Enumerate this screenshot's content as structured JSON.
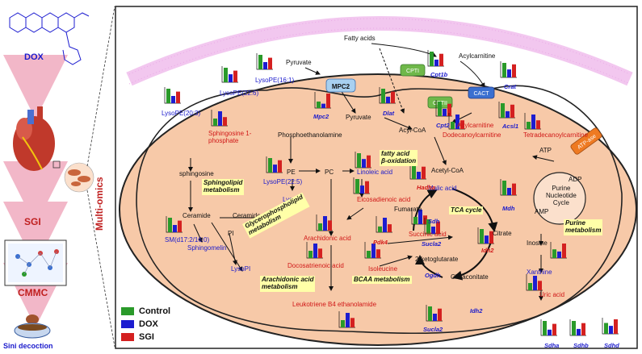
{
  "colors": {
    "control": "#2a9a2a",
    "dox": "#1d1dd0",
    "sgi": "#d42020",
    "cell": "#f7c9a8",
    "membrane": "#f2c7ef"
  },
  "left_panel": {
    "dox": "DOX",
    "sgi": "SGI",
    "cmmc": "CMMC",
    "sini": "Sini decoction",
    "multi_omics": "Multi-omics"
  },
  "legend": {
    "control": "Control",
    "dox": "DOX",
    "sgi": "SGI"
  },
  "transporters": {
    "mpc2": "MPC2",
    "cpt1": "CPTI",
    "cact": "CACT",
    "cpt2": "CPTII",
    "atpase": "ATP-ase"
  },
  "metabolites": {
    "fatty_acids": "Fatty acids",
    "acylcarnitine_top": "Acylcarnitine",
    "pyruvate_out": "Pyruvate",
    "pyruvate_in": "Pyruvate",
    "acyl_coa": "Acyl-CoA",
    "acylcarnitine_in": "Acylcarnitine",
    "dodecanoyl": "Dodecanoylcarnitine",
    "tetradecanoyl": "Tetradecanoylcarnitine",
    "sphingosine1p": "Sphingosine 1-\nphosphate",
    "phosphoethanolamine": "Phosphoethanolamine",
    "sphingosine": "sphingosine",
    "pe": "PE",
    "pc": "PC",
    "linoleic": "Linoleic acid",
    "eicosadienoic": "Eicosadienoic acid",
    "acetyl_coa": "Acetyl-CoA",
    "atp": "ATP",
    "adp": "ADP",
    "amp": "AMP",
    "inosine": "Inosine",
    "xanthine": "Xanthine",
    "uric_acid": "Uric acid",
    "ceramide": "Ceramide",
    "ceramide_pi": "Ceramide-PI",
    "pi": "PI",
    "lysope": "LysoPE",
    "lysopi": "LysoPI",
    "sphingomelin": "Sphingomelin",
    "sm": "SM(d17:2/16:0)",
    "arachidonic": "Arachidonic acid",
    "docosatrienoic": "Docosatrienoic acid",
    "leukotriene": "Leukotriene B4 ethanolamide",
    "malic": "Malic acid",
    "fumarate": "Fumarate",
    "succinic": "Succinic acid",
    "citrate": "Citrate",
    "ketoglutarate": "2-ketoglutarate",
    "cis_aconitate": "Cis-aconitate",
    "isoleucine": "Isoleucine",
    "lysope_226": "LysoPE(22:6)",
    "lysope_161": "LysoPE(16:1)",
    "lysope_203": "LysoPE(20:3)",
    "lysope_225": "LysoPE(22:5)",
    "purine_cycle": "Purine\nNucleotide\nCycle"
  },
  "pathways": {
    "fatty_acid": "fatty acid\nβ-oxidation",
    "sphingolipid": "Sphingolipid\nmetabolism",
    "glycero": "Glycerophospholipid\nmetabolism",
    "arachidonic": "Arachidonic acid\nmetabolism",
    "tca": "TCA cycle",
    "bcaa": "BCAA metabolism",
    "purine": "Purine\nmetabolism"
  },
  "enzymes": {
    "cpt1b": "Cpt1b",
    "crat": "Crat",
    "mpc2": "Mpc2",
    "dlat": "Dlat",
    "cpt2": "Cpt2",
    "acsl1": "Acsl1",
    "hadha": "Hadha",
    "sdh": "Sdh",
    "mdh": "Mdh",
    "pdk4": "Pdk4",
    "sucla2": "Sucla2",
    "idh2": "Idh2",
    "ogdh": "Ogdh",
    "sdha": "Sdha",
    "sdhb": "Sdhb",
    "sdhd": "Sdhd"
  },
  "chart_data": [
    {
      "type": "bar",
      "categories": [
        "Control",
        "DOX",
        "SGI"
      ],
      "label": "Cpt1b",
      "values": [
        1.0,
        0.45,
        0.85
      ]
    },
    {
      "type": "bar",
      "categories": [
        "Control",
        "DOX",
        "SGI"
      ],
      "label": "Crat",
      "values": [
        1.0,
        0.55,
        0.9
      ]
    },
    {
      "type": "bar",
      "categories": [
        "Control",
        "DOX",
        "SGI"
      ],
      "label": "LysoPE(22:6)",
      "values": [
        1.0,
        0.55,
        0.8
      ]
    },
    {
      "type": "bar",
      "categories": [
        "Control",
        "DOX",
        "SGI"
      ],
      "label": "LysoPE(16:1)",
      "values": [
        1.0,
        0.5,
        0.8
      ]
    },
    {
      "type": "bar",
      "categories": [
        "Control",
        "DOX",
        "SGI"
      ],
      "label": "LysoPE(20:3)",
      "values": [
        1.0,
        0.5,
        0.8
      ]
    },
    {
      "type": "bar",
      "categories": [
        "Control",
        "DOX",
        "SGI"
      ],
      "label": "Mpc2",
      "values": [
        0.45,
        0.3,
        1.0
      ]
    },
    {
      "type": "bar",
      "categories": [
        "Control",
        "DOX",
        "SGI"
      ],
      "label": "Dlat",
      "values": [
        1.0,
        0.45,
        0.8
      ]
    },
    {
      "type": "bar",
      "categories": [
        "Control",
        "DOX",
        "SGI"
      ],
      "label": "Cpt2",
      "values": [
        1.0,
        0.5,
        0.85
      ]
    },
    {
      "type": "bar",
      "categories": [
        "Control",
        "DOX",
        "SGI"
      ],
      "label": "Acsl1",
      "values": [
        1.0,
        0.45,
        0.9
      ]
    },
    {
      "type": "bar",
      "categories": [
        "Control",
        "DOX",
        "SGI"
      ],
      "label": "Dodecanoylcarnitine",
      "values": [
        0.5,
        1.0,
        0.6
      ]
    },
    {
      "type": "bar",
      "categories": [
        "Control",
        "DOX",
        "SGI"
      ],
      "label": "Tetradecanoylcarnitine",
      "values": [
        0.5,
        1.0,
        0.6
      ]
    },
    {
      "type": "bar",
      "categories": [
        "Control",
        "DOX",
        "SGI"
      ],
      "label": "Sphingosine 1-phosphate",
      "values": [
        0.5,
        1.0,
        0.6
      ]
    },
    {
      "type": "bar",
      "categories": [
        "Control",
        "DOX",
        "SGI"
      ],
      "label": "LysoPE(22:5)",
      "values": [
        1.0,
        0.55,
        0.85
      ]
    },
    {
      "type": "bar",
      "categories": [
        "Control",
        "DOX",
        "SGI"
      ],
      "label": "Linoleic acid",
      "values": [
        1.0,
        0.6,
        0.85
      ]
    },
    {
      "type": "bar",
      "categories": [
        "Control",
        "DOX",
        "SGI"
      ],
      "label": "Eicosadienoic acid",
      "values": [
        1.0,
        0.55,
        0.85
      ]
    },
    {
      "type": "bar",
      "categories": [
        "Control",
        "DOX",
        "SGI"
      ],
      "label": "Hadha",
      "values": [
        1.0,
        0.5,
        0.85
      ]
    },
    {
      "type": "bar",
      "categories": [
        "Control",
        "DOX",
        "SGI"
      ],
      "label": "Mdh",
      "values": [
        1.0,
        0.5,
        0.8
      ]
    },
    {
      "type": "bar",
      "categories": [
        "Control",
        "DOX",
        "SGI"
      ],
      "label": "SM(d17:2/16:0)",
      "values": [
        1.0,
        0.5,
        0.8
      ]
    },
    {
      "type": "bar",
      "categories": [
        "Control",
        "DOX",
        "SGI"
      ],
      "label": "Arachidonic acid",
      "values": [
        0.5,
        1.0,
        0.7
      ]
    },
    {
      "type": "bar",
      "categories": [
        "Control",
        "DOX",
        "SGI"
      ],
      "label": "Succinic acid",
      "values": [
        0.5,
        1.0,
        0.6
      ]
    },
    {
      "type": "bar",
      "categories": [
        "Control",
        "DOX",
        "SGI"
      ],
      "label": "Pdk4",
      "values": [
        0.4,
        1.0,
        0.55
      ]
    },
    {
      "type": "bar",
      "categories": [
        "Control",
        "DOX",
        "SGI"
      ],
      "label": "Sucla2 top",
      "values": [
        1.0,
        0.5,
        0.85
      ]
    },
    {
      "type": "bar",
      "categories": [
        "Control",
        "DOX",
        "SGI"
      ],
      "label": "Docosatrienoic acid",
      "values": [
        0.5,
        1.0,
        0.65
      ]
    },
    {
      "type": "bar",
      "categories": [
        "Control",
        "DOX",
        "SGI"
      ],
      "label": "Isoleucine",
      "values": [
        0.5,
        1.0,
        0.6
      ]
    },
    {
      "type": "bar",
      "categories": [
        "Control",
        "DOX",
        "SGI"
      ],
      "label": "Idh2",
      "values": [
        1.0,
        0.55,
        0.85
      ]
    },
    {
      "type": "bar",
      "categories": [
        "Control",
        "DOX",
        "SGI"
      ],
      "label": "Xanthine",
      "values": [
        0.6,
        0.45,
        1.0
      ]
    },
    {
      "type": "bar",
      "categories": [
        "Control",
        "DOX",
        "SGI"
      ],
      "label": "Uric acid",
      "values": [
        0.5,
        1.0,
        0.65
      ]
    },
    {
      "type": "bar",
      "categories": [
        "Control",
        "DOX",
        "SGI"
      ],
      "label": "Leukotriene B4 ethanolamide",
      "values": [
        0.5,
        1.0,
        0.65
      ]
    },
    {
      "type": "bar",
      "categories": [
        "Control",
        "DOX",
        "SGI"
      ],
      "label": "Sucla2",
      "values": [
        1.0,
        0.5,
        0.85
      ]
    },
    {
      "type": "bar",
      "categories": [
        "Control",
        "DOX",
        "SGI"
      ],
      "label": "Sdha",
      "values": [
        1.0,
        0.4,
        0.8
      ]
    },
    {
      "type": "bar",
      "categories": [
        "Control",
        "DOX",
        "SGI"
      ],
      "label": "Sdhb",
      "values": [
        1.0,
        0.45,
        0.85
      ]
    },
    {
      "type": "bar",
      "categories": [
        "Control",
        "DOX",
        "SGI"
      ],
      "label": "Sdhd",
      "values": [
        0.75,
        0.55,
        1.0
      ]
    }
  ]
}
